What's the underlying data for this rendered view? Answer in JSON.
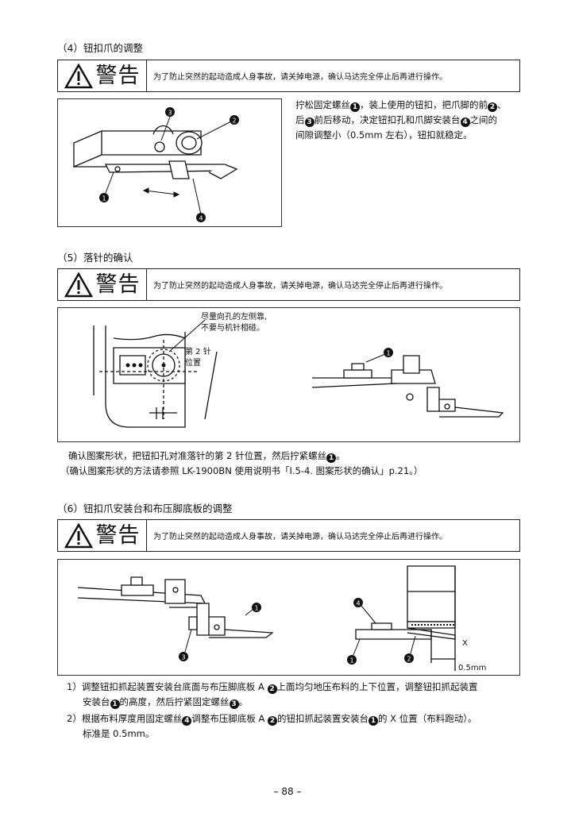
{
  "sections": [
    {
      "title": "（4）钮扣爪的调整",
      "warning_word": "警告",
      "warning_text": "为了防止突然的起动造成人身事故，请关掉电源，确认马达完全停止后再进行操作。",
      "body": {
        "t1": "拧松固定螺丝",
        "t2": "，装上使用的钮扣，把爪脚的前",
        "t3": "、",
        "t4": "后",
        "t5": "前后移动，决定钮扣孔和爪脚安装台",
        "t6": "之间的",
        "t7": "间隙调整小（0.5mm 左右），钮扣就稳定。"
      }
    },
    {
      "title": "（5）落针的确认",
      "warning_word": "警告",
      "warning_text": "为了防止突然的起动造成人身事故，请关掉电源，确认马达完全停止后再进行操作。",
      "fig_note_1": "尽量向孔的左侧靠,",
      "fig_note_2": "不要与机针相碰。",
      "fig_label_1": "第 2 针",
      "fig_label_2": "位置",
      "body_1a": "确认图案形状，把钮扣孔对准落针的第 2 针位置，然后拧紧螺丝",
      "body_1b": "。",
      "body_2": "（确认图案形状的方法请参照 LK-1900BN 使用说明书「I.5-4. 图案形状的确认」p.21。）"
    },
    {
      "title": "（6）钮扣爪安装台和布压脚底板的调整",
      "warning_word": "警告",
      "warning_text": "为了防止突然的起动造成人身事故，请关掉电源，确认马达完全停止后再进行操作。",
      "fig_x": "X",
      "fig_mm": "0.5mm",
      "item1": {
        "a": "1）调整钮扣抓起装置安装台底面与布压脚底板 A ",
        "b": "上面均匀地压布料的上下位置，调整钮扣抓起装置",
        "c": "安装台",
        "d": "的高度，然后拧紧固定螺丝",
        "e": "。"
      },
      "item2": {
        "a": "2）根据布料厚度用固定螺丝",
        "b": "调整布压脚底板 A ",
        "c": "的钮扣抓起装置安装台",
        "d": "的 X 位置（布料跑动）。",
        "e": "标准是 0.5mm。"
      }
    }
  ],
  "markers": {
    "n1": "1",
    "n2": "2",
    "n3": "3",
    "n4": "4"
  },
  "page_number": "– 88 –",
  "colors": {
    "ink": "#111111",
    "line": "#222222",
    "paper": "#ffffff"
  }
}
